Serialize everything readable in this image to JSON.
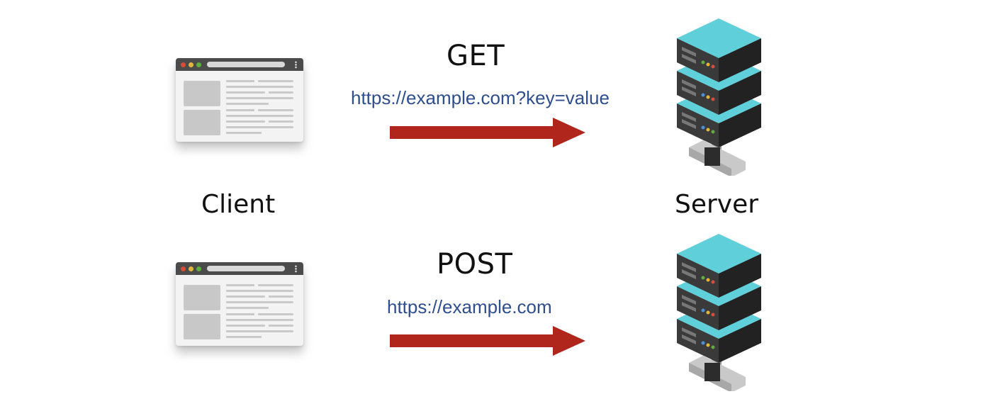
{
  "requests": [
    {
      "method": "GET",
      "url": "https://example.com?key=value"
    },
    {
      "method": "POST",
      "url": "https://example.com"
    }
  ],
  "labels": {
    "client": "Client",
    "server": "Server"
  },
  "colors": {
    "arrow": "#b0261c",
    "url_text": "#2e4e8f",
    "server_top": "#5fcfd9",
    "server_body": "#2f2f2f"
  },
  "icons": [
    "browser-window-icon",
    "server-stack-icon",
    "right-arrow-icon"
  ]
}
